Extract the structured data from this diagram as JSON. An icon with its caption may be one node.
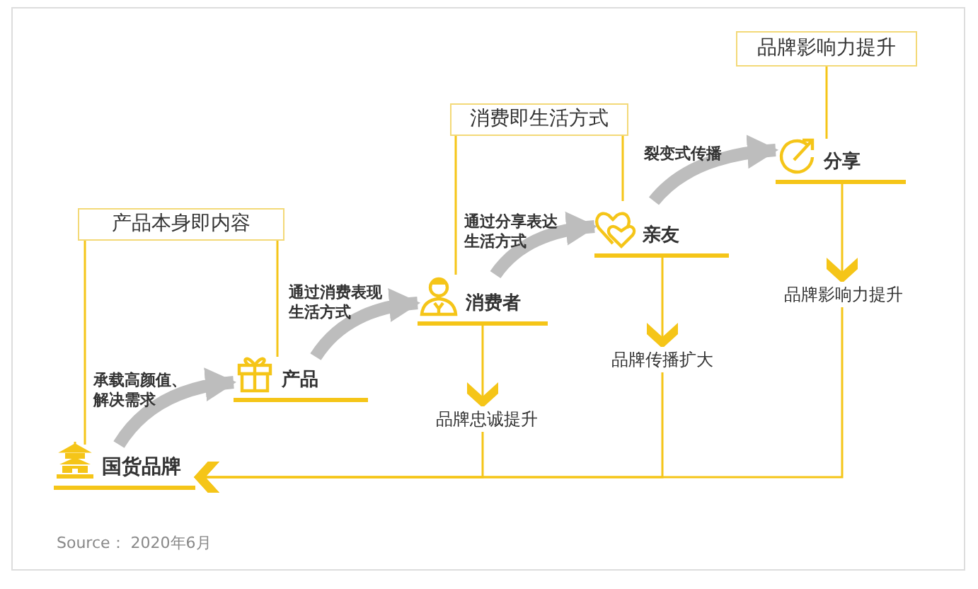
{
  "diagram": {
    "nodes": [
      {
        "text": [
          "国货品牌"
        ]
      },
      {
        "text": [
          "产品"
        ]
      },
      {
        "text": [
          "消费者"
        ]
      },
      {
        "text": [
          "亲友"
        ]
      },
      {
        "text": [
          "分享"
        ]
      },
      {
        "text": [
          "产品本身即内容"
        ]
      },
      {
        "text": [
          "消费即生活方式"
        ]
      },
      {
        "text": [
          "品牌影响力提升"
        ]
      },
      {
        "text": [
          "品牌忠诚提升"
        ]
      },
      {
        "text": [
          "品牌传播扩大"
        ]
      },
      {
        "text": [
          "品牌影响力提升"
        ]
      }
    ],
    "edges": [
      {
        "from": 0,
        "to": 1,
        "arrow": "to",
        "label": "承载高颜值、解决需求",
        "style": "thick",
        "color": "#bdbdbd"
      },
      {
        "from": 1,
        "to": 2,
        "arrow": "to",
        "label": "通过消费表现生活方式",
        "style": "thick",
        "color": "#bdbdbd"
      },
      {
        "from": 2,
        "to": 3,
        "arrow": "to",
        "label": "通过分享表达生活方式",
        "style": "thick",
        "color": "#bdbdbd"
      },
      {
        "from": 3,
        "to": 4,
        "arrow": "to",
        "label": "裂变式传播",
        "style": "thick",
        "color": "#bdbdbd"
      },
      {
        "from": 5,
        "to": 0,
        "arrow": "none"
      },
      {
        "from": 5,
        "to": 1,
        "arrow": "none"
      },
      {
        "from": 6,
        "to": 2,
        "arrow": "none"
      },
      {
        "from": 6,
        "to": 3,
        "arrow": "none"
      },
      {
        "from": 7,
        "to": 4,
        "arrow": "none"
      },
      {
        "from": 2,
        "to": 8,
        "arrow": "to"
      },
      {
        "from": 3,
        "to": 9,
        "arrow": "to"
      },
      {
        "from": 4,
        "to": 10,
        "arrow": "to"
      },
      {
        "from": 8,
        "to": 0,
        "arrow": "to"
      },
      {
        "from": 9,
        "to": 0,
        "arrow": "to"
      },
      {
        "from": 10,
        "to": 0,
        "arrow": "to"
      }
    ],
    "labels": [
      "Source： 2020年6月"
    ]
  }
}
